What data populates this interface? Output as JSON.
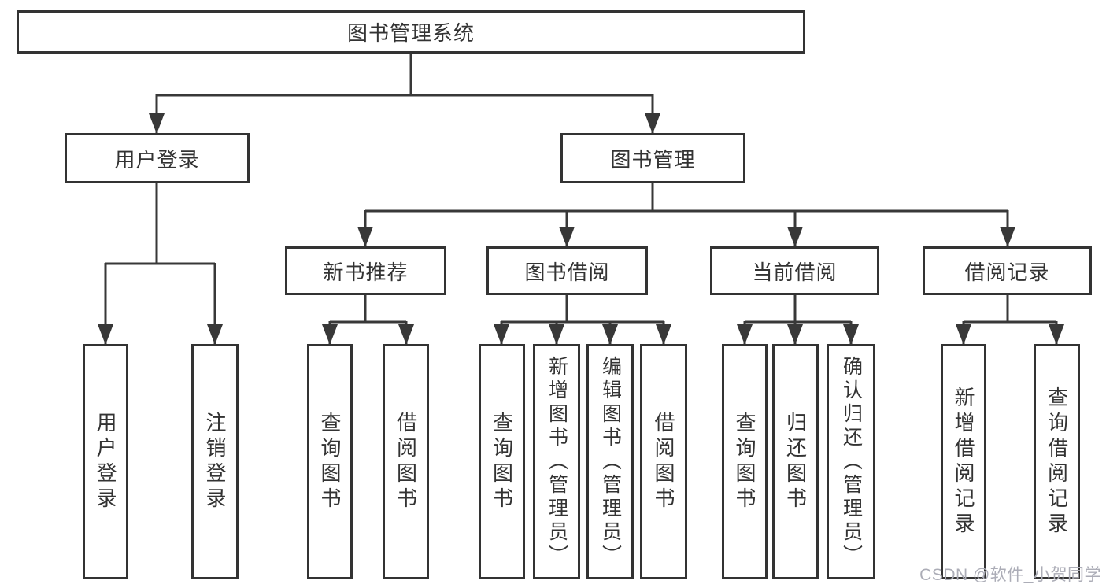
{
  "tree": {
    "root": "图书管理系统",
    "level2": [
      {
        "label": "用户登录",
        "leaves": [
          "用户登录",
          "注销登录"
        ]
      },
      {
        "label": "图书管理",
        "groups": [
          {
            "label": "新书推荐",
            "leaves": [
              "查询图书",
              "借阅图书"
            ]
          },
          {
            "label": "图书借阅",
            "leaves": [
              "查询图书",
              "新增图书（管理员）",
              "编辑图书（管理员）",
              "借阅图书"
            ]
          },
          {
            "label": "当前借阅",
            "leaves": [
              "查询图书",
              "归还图书",
              "确认归还（管理员）"
            ]
          },
          {
            "label": "借阅记录",
            "leaves": [
              "新增借阅记录",
              "查询借阅记录"
            ]
          }
        ]
      }
    ]
  },
  "watermark": "CSDN @软件_小贺同学",
  "colors": {
    "line": "#383838",
    "box_border": "#333333",
    "text": "#333333",
    "watermark": "#acadb7",
    "background": "#ffffff"
  }
}
